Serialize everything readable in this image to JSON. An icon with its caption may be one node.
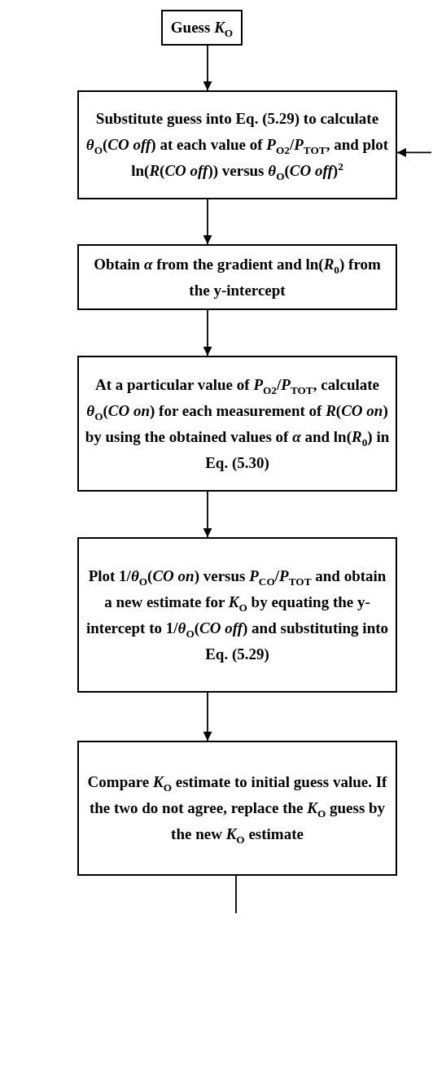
{
  "diagram": {
    "nodes": [
      {
        "text": [
          "Guess *K*$_{O}$"
        ]
      },
      {
        "text": [
          "Substitute guess into Eq. (5.29) to calculate *θ*$_{O}$(*CO off*) at each value of *P*$_{O2}$/*P*$_{TOT}$, and plot ln(*R*(*CO off*)) versus *θ*$_{O}$(*CO off*)$^{2}$"
        ]
      },
      {
        "text": [
          "Obtain *α* from the gradient and ln(*R*$_{0}$) from the y-intercept"
        ]
      },
      {
        "text": [
          "At a particular value of *P*$_{O2}$/*P*$_{TOT}$, calculate *θ*$_{O}$(*CO on*) for each measurement of *R*(*CO on*) by using the obtained values of *α* and ln(*R*$_{0}$) in Eq. (5.30)"
        ]
      },
      {
        "text": [
          "Plot 1/*θ*$_{O}$(*CO on*) versus *P*$_{CO}$/*P*$_{TOT}$ and obtain a new estimate for *K*$_{O}$ by equating the y-intercept to 1/*θ*$_{O}$(*CO off*) and substituting into Eq. (5.29)"
        ]
      },
      {
        "text": [
          "Compare *K*$_{O}$ estimate to initial guess value.  If the two do not agree, replace the *K*$_{O}$ guess by the new *K*$_{O}$ estimate"
        ]
      }
    ],
    "edges": [
      {
        "from": 0,
        "to": 1,
        "arrow": "to"
      },
      {
        "from": 1,
        "to": 2,
        "arrow": "to"
      },
      {
        "from": 2,
        "to": 3,
        "arrow": "to"
      },
      {
        "from": 3,
        "to": 4,
        "arrow": "to"
      },
      {
        "from": 4,
        "to": 5,
        "arrow": "to"
      },
      {
        "from": 5,
        "to": null,
        "arrow": "none"
      },
      {
        "from": null,
        "to": 1,
        "arrow": "to"
      }
    ]
  }
}
